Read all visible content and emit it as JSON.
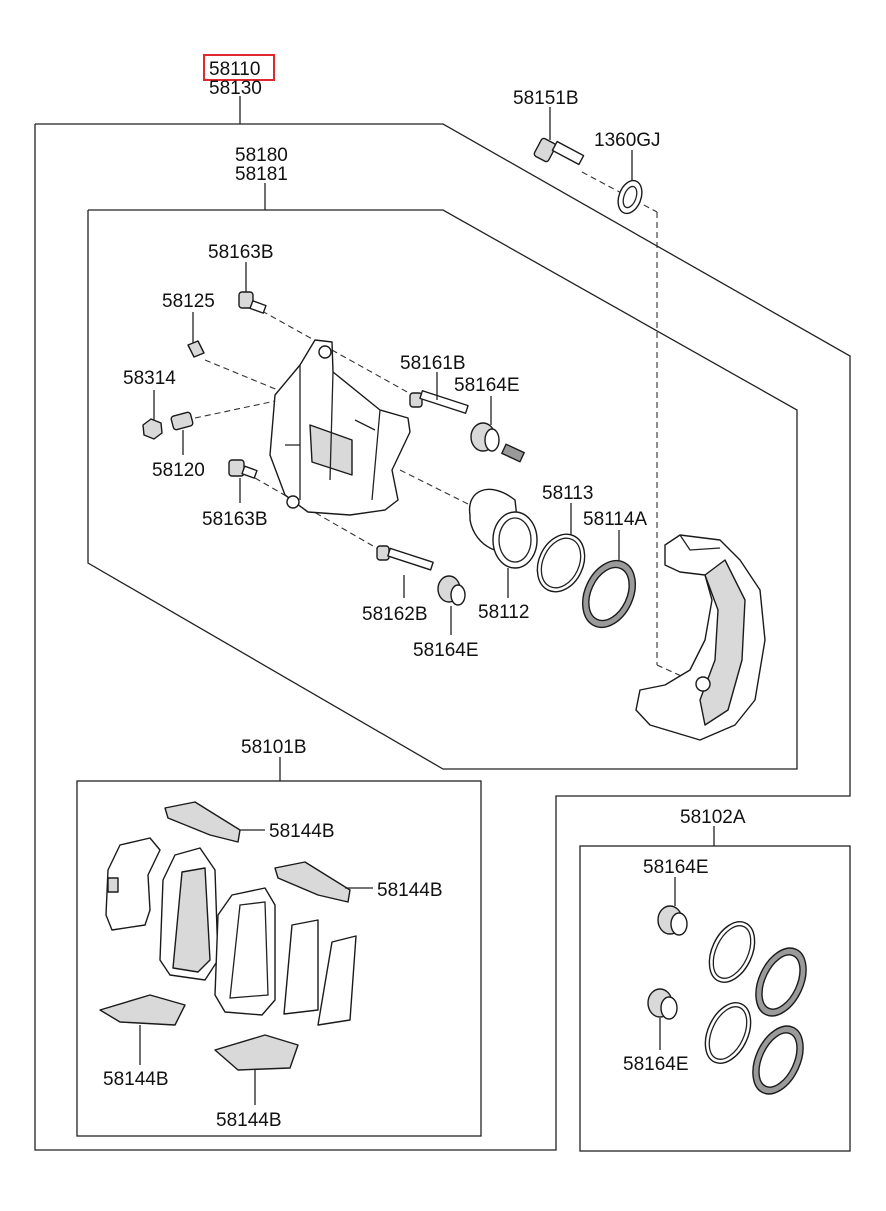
{
  "labels": {
    "p58110": "58110",
    "p58130": "58130",
    "p58151B": "58151B",
    "p1360GJ": "1360GJ",
    "p58180": "58180",
    "p58181": "58181",
    "p58163B_top": "58163B",
    "p58125": "58125",
    "p58314": "58314",
    "p58120": "58120",
    "p58163B_bot": "58163B",
    "p58161B": "58161B",
    "p58164E_a": "58164E",
    "p58113": "58113",
    "p58114A": "58114A",
    "p58162B": "58162B",
    "p58112": "58112",
    "p58164E_b": "58164E",
    "p58101B": "58101B",
    "p58144B_a": "58144B",
    "p58144B_b": "58144B",
    "p58144B_c": "58144B",
    "p58144B_d": "58144B",
    "p58102A": "58102A",
    "p58164E_c": "58164E",
    "p58164E_d": "58164E"
  },
  "highlight": {
    "part": "58110",
    "color": "#e0282e"
  }
}
